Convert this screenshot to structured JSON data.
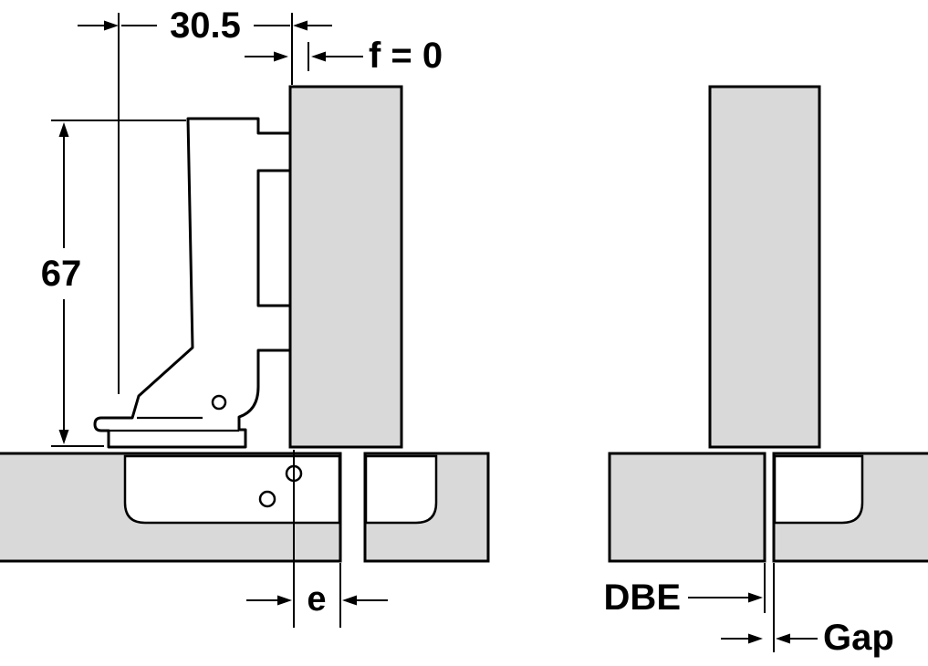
{
  "diagram": {
    "type": "technical-drawing",
    "dimensions": {
      "top_offset": "30.5",
      "overlay": "f = 0",
      "height": "67",
      "edge_distance": "e",
      "dbe": "DBE",
      "gap": "Gap"
    },
    "colors": {
      "panel_fill": "#d9d9d9",
      "line": "#000000",
      "background": "#ffffff"
    }
  }
}
